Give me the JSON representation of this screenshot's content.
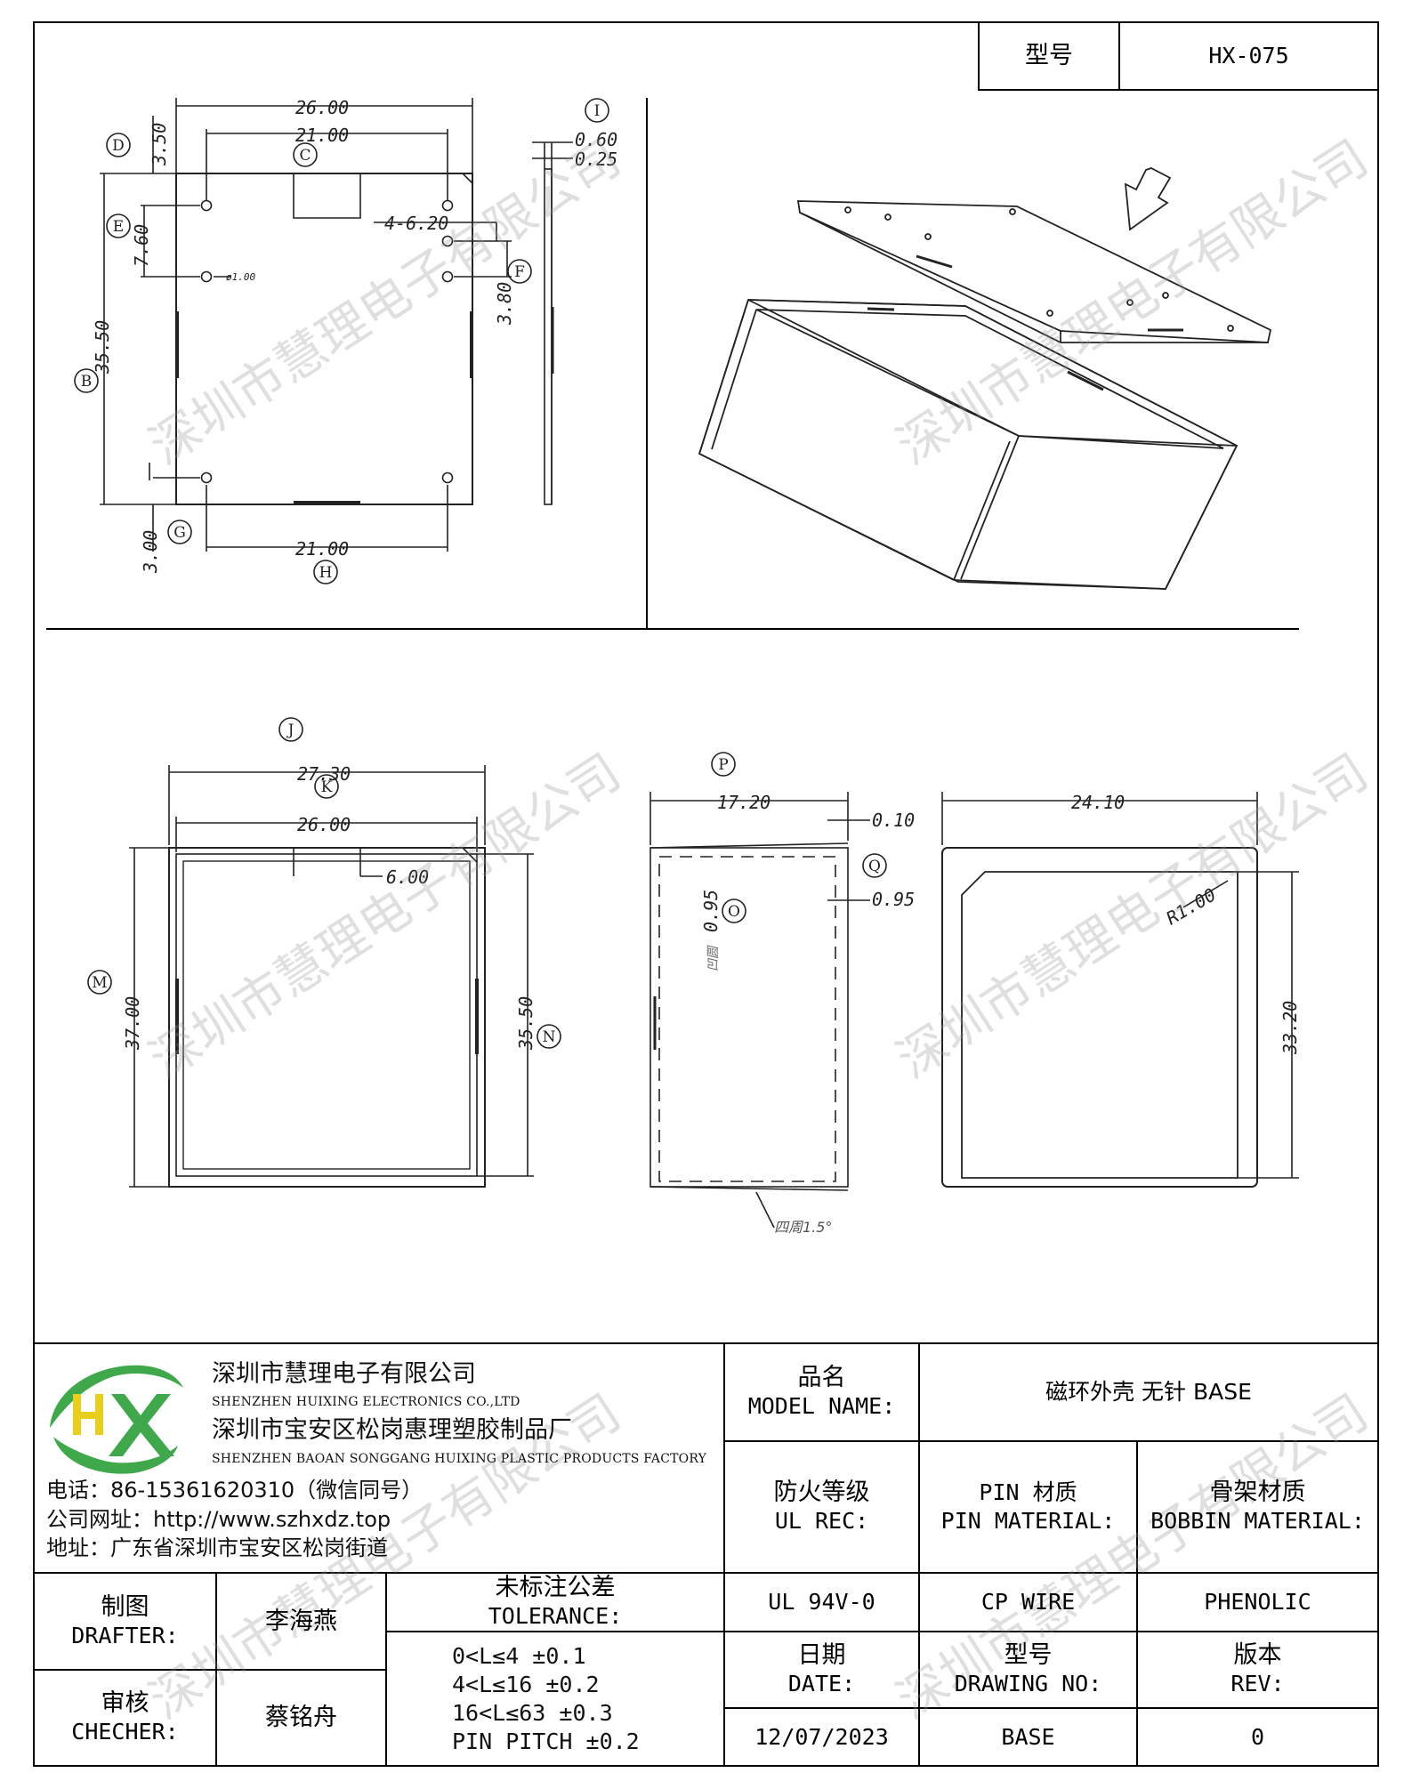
{
  "title_block": {
    "type_label": "型号",
    "type_value": "HX-075",
    "company": {
      "name_cn": "深圳市慧理电子有限公司",
      "name_en": "SHENZHEN HUIXING ELECTRONICS CO.,LTD",
      "factory_cn": "深圳市宝安区松岗惠理塑胶制品厂",
      "factory_en": "SHENZHEN BAOAN SONGGANG HUIXING PLASTIC PRODUCTS FACTORY",
      "phone": "电话：86-15361620310（微信同号）",
      "website": "公司网址：http://www.szhxdz.top",
      "address": "地址：广东省深圳市宝安区松岗街道",
      "logo_letters": "HX",
      "brand_green": "#3ea84a",
      "brand_yellow": "#e9cf1b"
    },
    "model_name_label_cn": "品名",
    "model_name_label_en": "MODEL NAME:",
    "model_name_value": "磁环外壳 无针 BASE",
    "ul_label_cn": "防火等级",
    "ul_label_en": "UL REC:",
    "pin_material_label_cn": "PIN 材质",
    "pin_material_label_en": "PIN MATERIAL:",
    "bobbin_material_label_cn": "骨架材质",
    "bobbin_material_label_en": "BOBBIN MATERIAL:",
    "ul_value": "UL 94V-0",
    "pin_material_value": "CP WIRE",
    "bobbin_material_value": "PHENOLIC",
    "drafter_label_cn": "制图",
    "drafter_label_en": "DRAFTER:",
    "drafter_value": "李海燕",
    "checker_label_cn": "审核",
    "checker_label_en": "CHECHER:",
    "checker_value": "蔡铭舟",
    "tolerance_label_cn": "未标注公差",
    "tolerance_label_en": "TOLERANCE:",
    "tolerance_lines": [
      "0<L≤4   ±0.1",
      "4<L≤16  ±0.2",
      "16<L≤63 ±0.3",
      "PIN PITCH ±0.2"
    ],
    "date_label_cn": "日期",
    "date_label_en": "DATE:",
    "drawing_no_label_cn": "型号",
    "drawing_no_label_en": "DRAWING NO:",
    "rev_label_cn": "版本",
    "rev_label_en": "REV:",
    "date_value": "12/07/2023",
    "drawing_no_value": "BASE",
    "rev_value": "0"
  },
  "watermark": "深圳市慧理电子有限公司",
  "dimensions": {
    "lid_top": {
      "d_26": "26.00",
      "d_21": "21.00",
      "d_350": "3.50",
      "d_3550": "35.50",
      "d_760": "7.60",
      "d_hole": "4-6.20",
      "d_ph": "ø1.00",
      "d_380": "3.80",
      "d_300": "3.00",
      "d_21b": "21.00"
    },
    "lid_side": {
      "d_060": "0.60",
      "d_025": "0.25"
    },
    "base_top": {
      "d_2730": "27.30",
      "d_2600": "26.00",
      "d_600": "6.00",
      "d_3700": "37.00",
      "d_3550": "35.50"
    },
    "base_side": {
      "d_1720": "17.20",
      "d_010": "0.10",
      "d_095": "0.95",
      "d_095b": "0.95",
      "note_inner": "凹圆",
      "note_around": "四周1.5°"
    },
    "base_bottom": {
      "d_2410": "24.10",
      "d_r": "R1.00",
      "d_3320": "33.20"
    }
  },
  "labels": {
    "I": "I",
    "D": "D",
    "C": "C",
    "E": "E",
    "F": "F",
    "B": "B",
    "G": "G",
    "H": "H",
    "J": "J",
    "K": "K",
    "M": "M",
    "N": "N",
    "P": "P",
    "O": "O",
    "Q": "Q"
  }
}
